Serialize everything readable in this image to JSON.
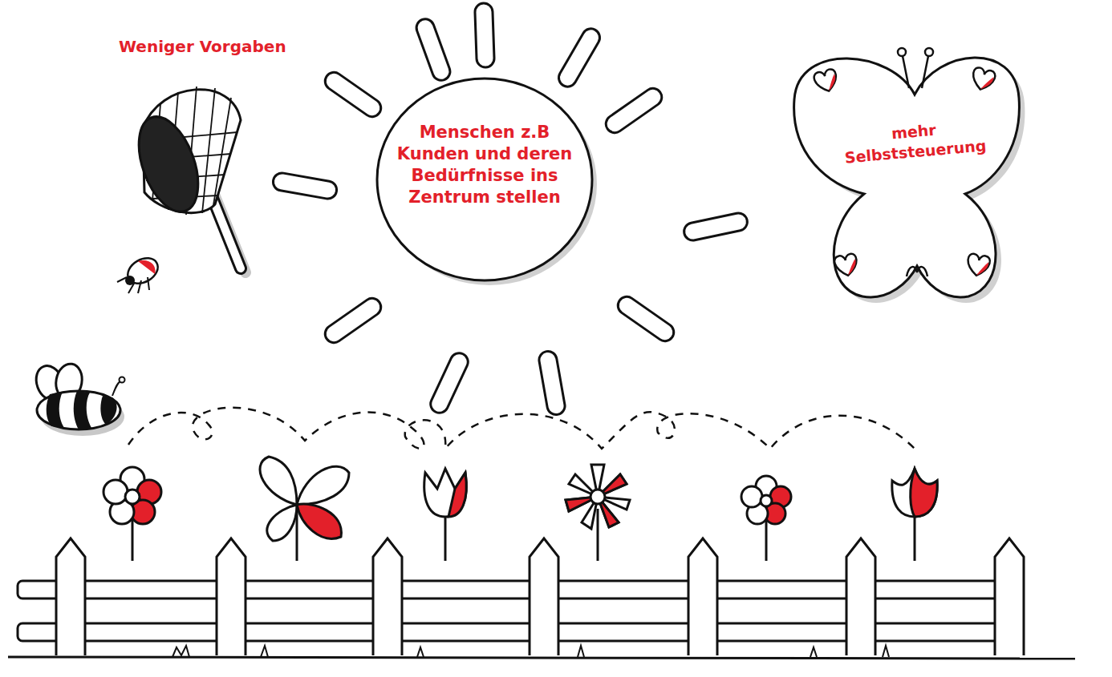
{
  "diagram": {
    "nodes": [
      {
        "text": [
          "Menschen z.B Kunden und deren Bedürfnisse ins Zentrum stellen"
        ]
      },
      {
        "text": [
          "mehr Selbststeuerung"
        ]
      }
    ],
    "labels": [
      "Weniger Vorgaben"
    ]
  }
}
